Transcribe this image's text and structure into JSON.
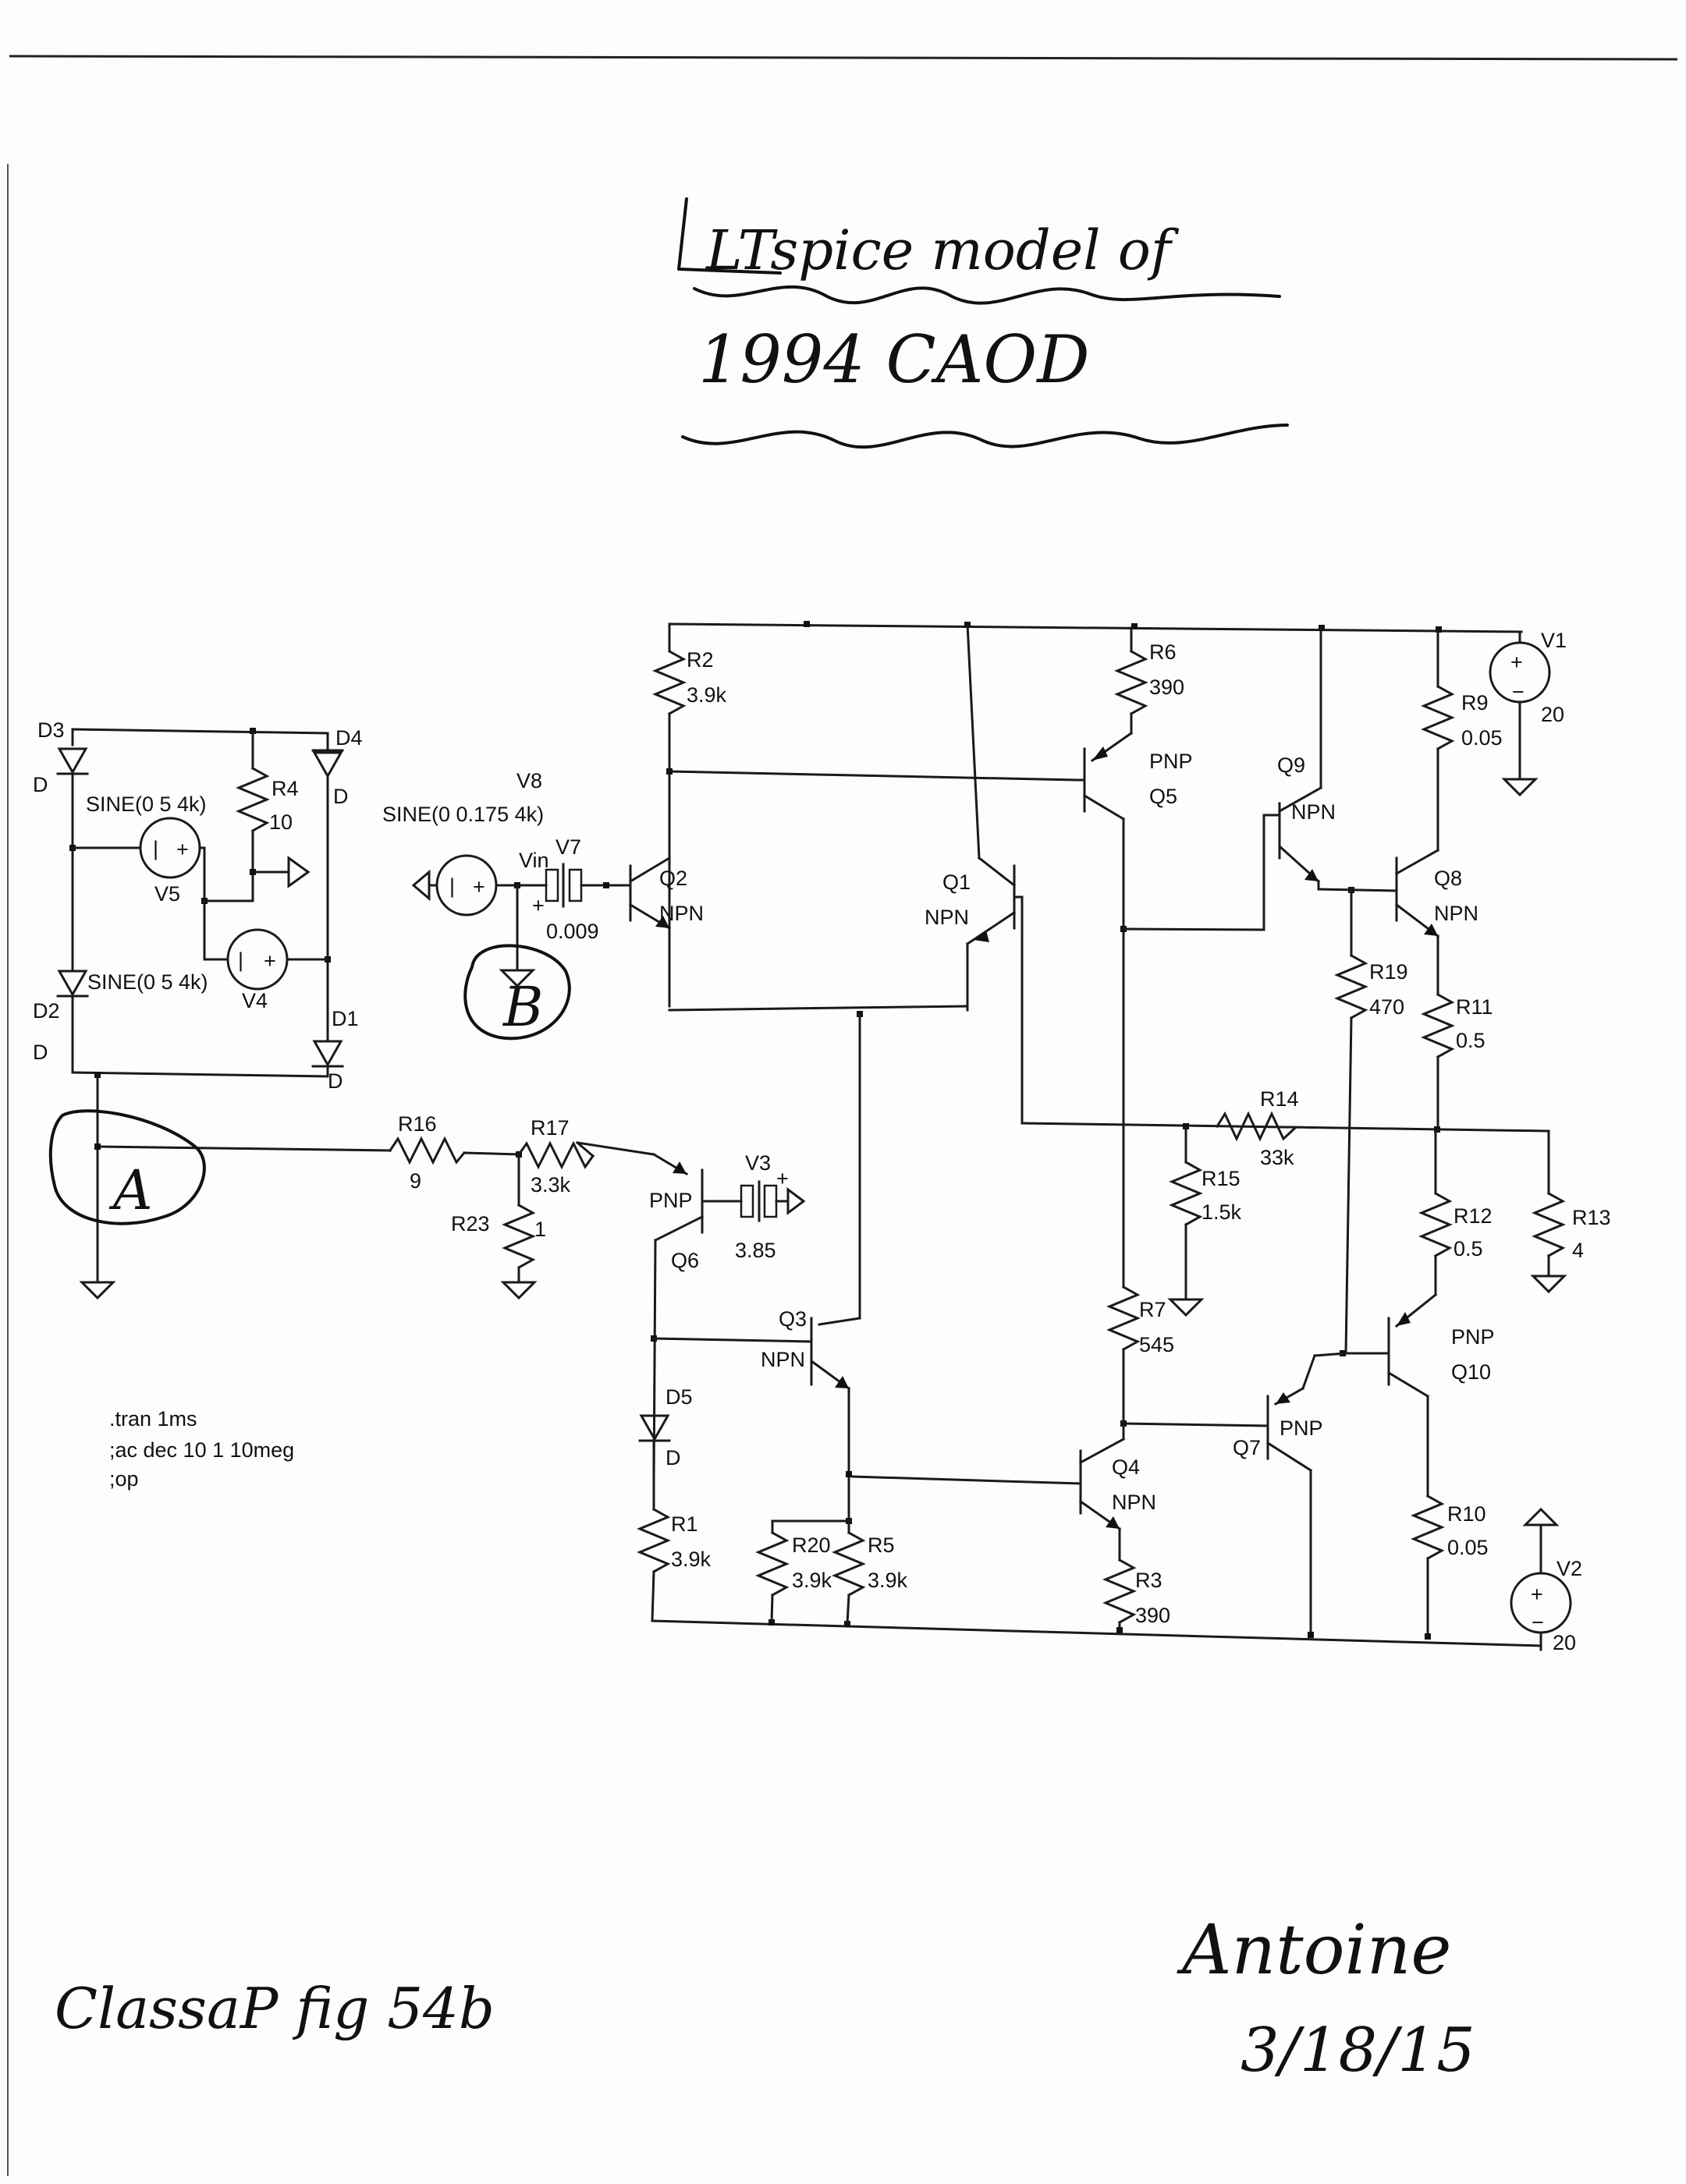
{
  "handwriting": {
    "title_line1": "LTspice model of",
    "title_line2": "1994 CAOD",
    "marker_a": "A",
    "marker_b": "B",
    "caption": "ClassaP fig 54b",
    "signature": "Antoine",
    "date": "3/18/15"
  },
  "directives": {
    "line1": ".tran 1ms",
    "line2": ";ac dec 10 1 10meg",
    "line3": ";op"
  },
  "components": {
    "R1": {
      "name": "R1",
      "value": "3.9k"
    },
    "R2": {
      "name": "R2",
      "value": "3.9k"
    },
    "R3": {
      "name": "R3",
      "value": "390"
    },
    "R4": {
      "name": "R4",
      "value": "10"
    },
    "R5": {
      "name": "R5",
      "value": "3.9k"
    },
    "R6": {
      "name": "R6",
      "value": "390"
    },
    "R7": {
      "name": "R7",
      "value": "545"
    },
    "R9": {
      "name": "R9",
      "value": "0.05"
    },
    "R10": {
      "name": "R10",
      "value": "0.05"
    },
    "R11": {
      "name": "R11",
      "value": "0.5"
    },
    "R12": {
      "name": "R12",
      "value": "0.5"
    },
    "R13": {
      "name": "R13",
      "value": "4"
    },
    "R14": {
      "name": "R14",
      "value": "33k"
    },
    "R15": {
      "name": "R15",
      "value": "1.5k"
    },
    "R16": {
      "name": "R16",
      "value": "9"
    },
    "R17": {
      "name": "R17",
      "value": "3.3k"
    },
    "R19": {
      "name": "R19",
      "value": "470"
    },
    "R20": {
      "name": "R20",
      "value": "3.9k"
    },
    "R23": {
      "name": "R23",
      "value": "1"
    },
    "V1": {
      "name": "V1",
      "value": "20"
    },
    "V2": {
      "name": "V2",
      "value": "20"
    },
    "V3": {
      "name": "V3",
      "value": "3.85"
    },
    "V4": {
      "name": "V4",
      "value": "SINE(0 5 4k)"
    },
    "V5": {
      "name": "V5",
      "value": "SINE(0 5 4k)"
    },
    "V7": {
      "name": "V7",
      "value": "0.009"
    },
    "V8": {
      "name": "V8",
      "value": "SINE(0 0.175 4k)"
    },
    "Vin": {
      "name": "Vin"
    },
    "Q1": {
      "name": "Q1",
      "type": "NPN"
    },
    "Q2": {
      "name": "Q2",
      "type": "NPN"
    },
    "Q3": {
      "name": "Q3",
      "type": "NPN"
    },
    "Q4": {
      "name": "Q4",
      "type": "NPN"
    },
    "Q5": {
      "name": "Q5",
      "type": "PNP"
    },
    "Q6": {
      "name": "Q6",
      "type": "PNP"
    },
    "Q7": {
      "name": "Q7",
      "type": "PNP"
    },
    "Q8": {
      "name": "Q8",
      "type": "NPN"
    },
    "Q9": {
      "name": "Q9",
      "type": "NPN"
    },
    "Q10": {
      "name": "Q10",
      "type": "PNP"
    },
    "D1": {
      "name": "D1",
      "model": "D"
    },
    "D2": {
      "name": "D2",
      "model": "D"
    },
    "D3": {
      "name": "D3",
      "model": "D"
    },
    "D4": {
      "name": "D4",
      "model": "D"
    },
    "D5": {
      "name": "D5",
      "model": "D"
    }
  }
}
